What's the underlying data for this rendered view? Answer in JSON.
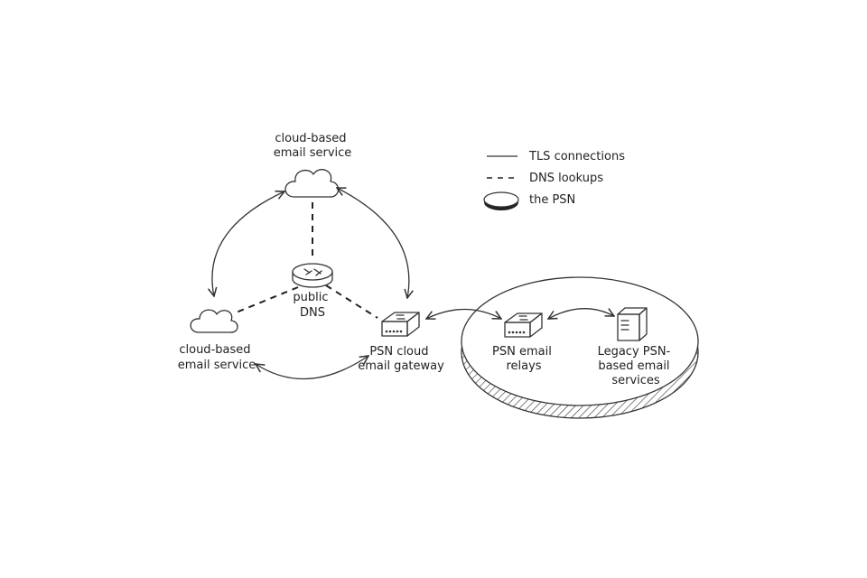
{
  "legend": {
    "tls": "TLS connections",
    "dns": "DNS lookups",
    "psn": "the PSN"
  },
  "nodes": {
    "cloud_top": [
      "cloud-based",
      "email service"
    ],
    "cloud_left": [
      "cloud-based",
      "email service"
    ],
    "public_dns": [
      "public",
      "DNS"
    ],
    "gateway": [
      "PSN cloud",
      "email gateway"
    ],
    "relays": [
      "PSN email",
      "relays"
    ],
    "legacy": [
      "Legacy PSN-",
      "based email",
      "services"
    ]
  },
  "colors": {
    "line": "#333333",
    "text": "#222222",
    "background": "#ffffff"
  },
  "icons": {
    "cloud": "cloud-icon",
    "router": "router-icon",
    "switch": "network-switch-icon",
    "server": "server-icon"
  }
}
